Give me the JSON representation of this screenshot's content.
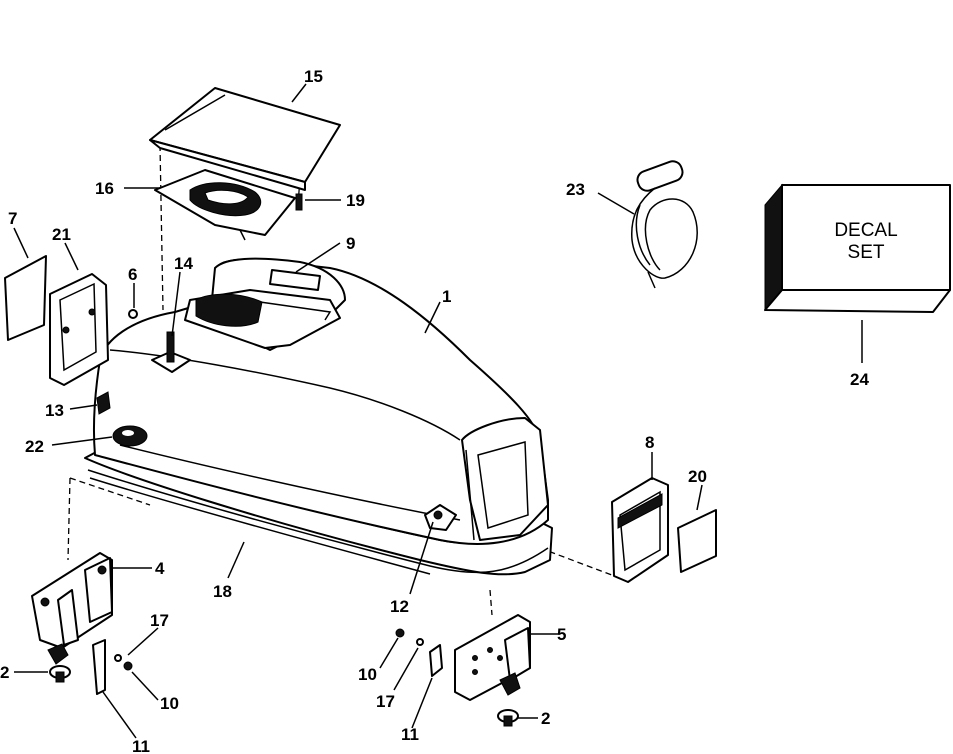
{
  "callouts": {
    "c1": "1",
    "c2a": "2",
    "c2b": "2",
    "c4": "4",
    "c5": "5",
    "c6": "6",
    "c7": "7",
    "c8": "8",
    "c9": "9",
    "c10a": "10",
    "c10b": "10",
    "c11a": "11",
    "c11b": "11",
    "c12": "12",
    "c13": "13",
    "c14": "14",
    "c15": "15",
    "c16": "16",
    "c17a": "17",
    "c17b": "17",
    "c18": "18",
    "c19": "19",
    "c20": "20",
    "c21": "21",
    "c22": "22",
    "c23": "23",
    "c24": "24"
  },
  "decal_box": {
    "line1": "DECAL",
    "line2": "SET"
  }
}
